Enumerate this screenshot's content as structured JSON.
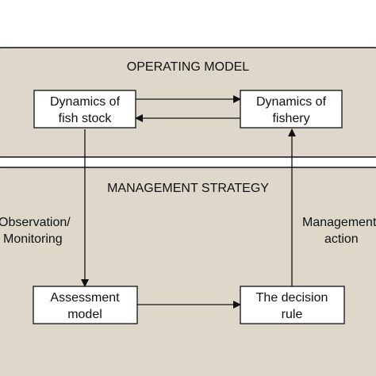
{
  "colors": {
    "panel_fill": "#ddd8c9",
    "panel_stroke": "#111111",
    "node_fill": "#ffffff",
    "node_stroke": "#111111",
    "line": "#111111"
  },
  "operating_model": {
    "title": "OPERATING MODEL"
  },
  "management_strategy": {
    "title": "MANAGEMENT STRATEGY"
  },
  "nodes": {
    "fish_stock": {
      "line1": "Dynamics of",
      "line2": "fish stock"
    },
    "fishery": {
      "line1": "Dynamics of",
      "line2": "fishery"
    },
    "assessment": {
      "line1": "Assessment",
      "line2": "model"
    },
    "decision": {
      "line1": "The decision",
      "line2": "rule"
    }
  },
  "edge_labels": {
    "observation": {
      "line1": "Observation/",
      "line2": "Monitoring"
    },
    "management": {
      "line1": "Management",
      "line2": "action"
    }
  }
}
